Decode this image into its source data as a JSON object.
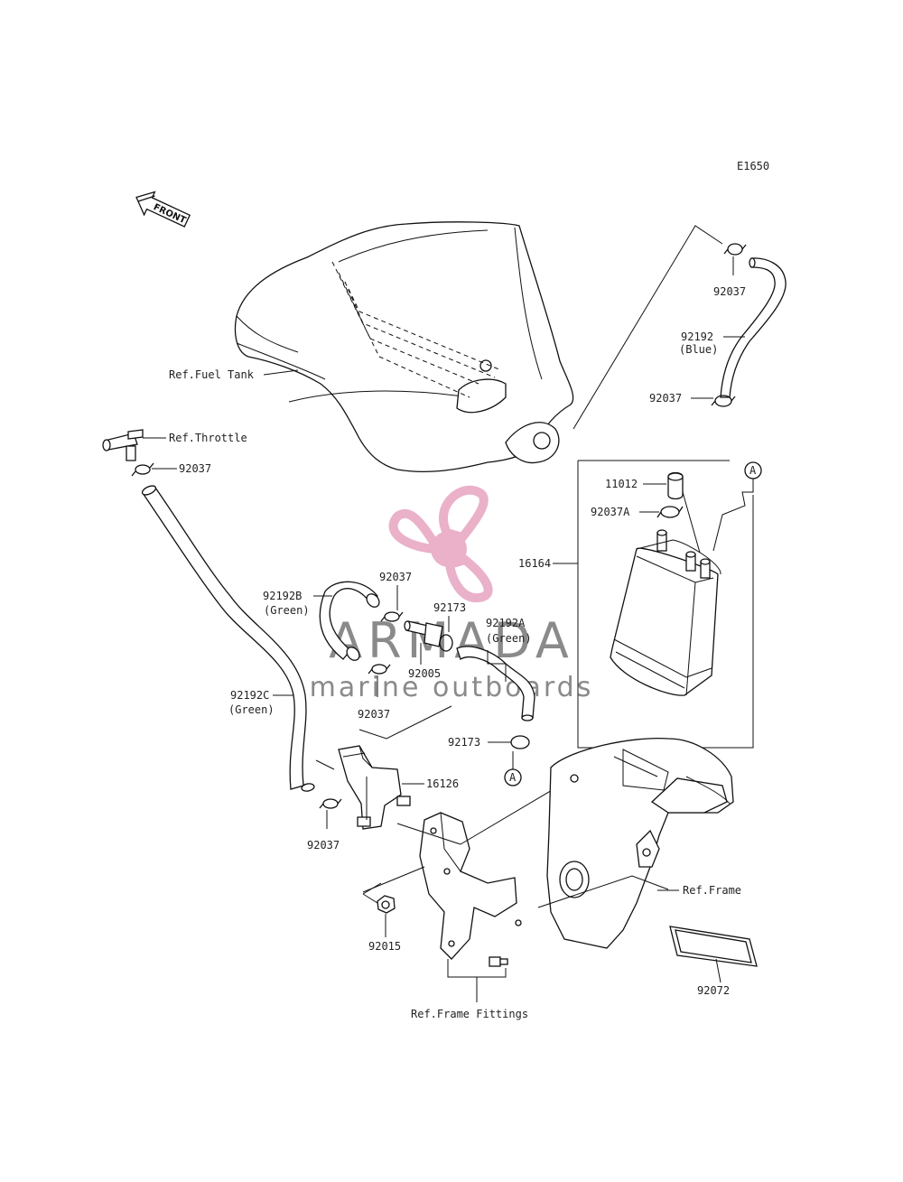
{
  "diagram_code": "E1650",
  "front_label": "FRONT",
  "watermark": {
    "name": "ARMADA",
    "tagline": "marine outboards",
    "logo_color": "#e8a9c4",
    "text_color": "#8a8a8a"
  },
  "labels": {
    "ref_fuel_tank": "Ref.Fuel Tank",
    "ref_throttle": "Ref.Throttle",
    "ref_frame": "Ref.Frame",
    "ref_frame_fittings": "Ref.Frame Fittings",
    "p92037_top": "92037",
    "p92192": "92192",
    "p92192_color": "(Blue)",
    "p92037_mid": "92037",
    "p11012": "11012",
    "p92037A": "92037A",
    "p16164": "16164",
    "marker_A_top": "A",
    "p92037_throttle": "92037",
    "p92192B": "92192B",
    "p92192B_color": "(Green)",
    "p92037_valve_top": "92037",
    "p92173_top": "92173",
    "p92192A": "92192A",
    "p92192A_color": "(Green)",
    "p92005": "92005",
    "p92037_valve_bot": "92037",
    "p92192C": "92192C",
    "p92192C_color": "(Green)",
    "p92173_bot": "92173",
    "marker_A_bot": "A",
    "p16126": "16126",
    "p92037_bottom": "92037",
    "p92015": "92015",
    "p92072": "92072"
  }
}
